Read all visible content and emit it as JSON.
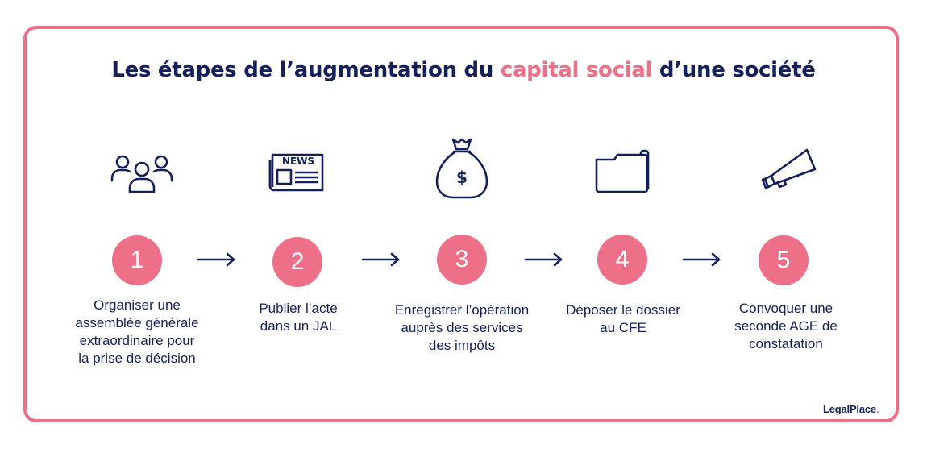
{
  "title": {
    "before": "Les étapes de l’augmentation du ",
    "highlight": "capital social",
    "after": " d’une société"
  },
  "icons": {
    "step1": "group-of-people-icon",
    "step2": "newspaper-icon",
    "step2_text": "NEWS",
    "step3": "money-bag-icon",
    "step3_text": "$",
    "step4": "folder-icon",
    "step5": "megaphone-icon"
  },
  "steps": [
    {
      "number": "1",
      "lines": [
        "Organiser une",
        "assemblée générale",
        "extraordinaire pour",
        "la prise de décision"
      ]
    },
    {
      "number": "2",
      "lines": [
        "Publier l’acte",
        "dans un JAL"
      ]
    },
    {
      "number": "3",
      "lines": [
        "Enregistrer l’opération",
        "auprès des services",
        "des impôts"
      ]
    },
    {
      "number": "4",
      "lines": [
        "Déposer le dossier",
        "au CFE"
      ]
    },
    {
      "number": "5",
      "lines": [
        "Convoquer une",
        "seconde AGE de",
        "constatation"
      ]
    }
  ],
  "logo": {
    "name": "LegalPlace",
    "dot": "."
  },
  "colors": {
    "accent": "#ee6f88",
    "navy": "#15205b"
  }
}
